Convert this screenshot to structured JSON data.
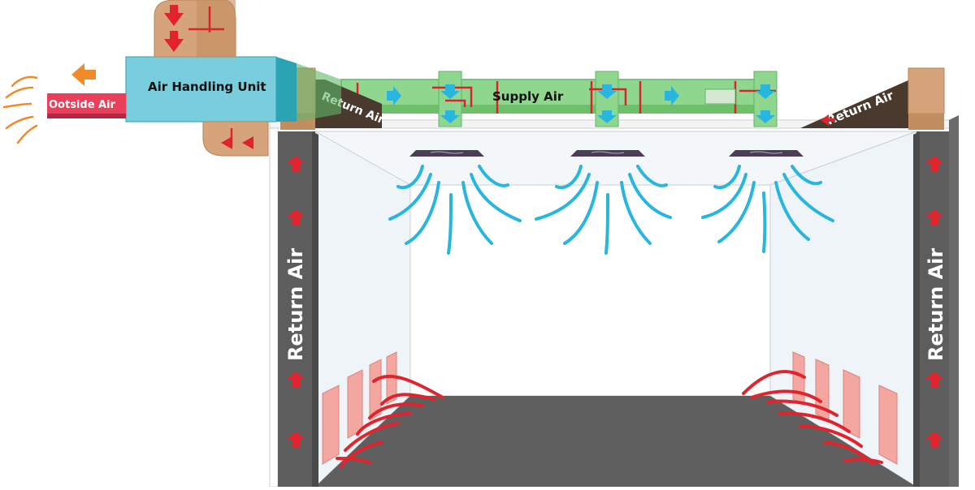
{
  "labels": {
    "outside_air": "Ootside Air",
    "air_handling_unit": "Air Handling Unit",
    "supply_air": "Supply Air",
    "return_air_duct_left": "Return Air",
    "return_air_duct_right": "Return Air",
    "return_air_wall_left": "Return Air",
    "return_air_wall_right": "Return Air"
  },
  "colors": {
    "ahu_body": "#79cedd",
    "ahu_side": "#2aa3b3",
    "outside_air_duct": "#e8405a",
    "outside_air_arrow": "#f08a2a",
    "supply_duct": "#8fd68e",
    "supply_duct_dark": "#5fb769",
    "return_duct": "#4a3a2e",
    "duct_cardboard": "#d6a47a",
    "wall_panel": "#5d5d5d",
    "floor": "#5f5f5f",
    "supply_flow": "#29b6de",
    "return_flow": "#e0242e",
    "return_grille": "#f4a7a0",
    "ceiling_diffuser": "#4a3d55"
  },
  "icons": {
    "flow_arrow_up": "arrow-up-icon",
    "flow_arrow_down": "arrow-down-icon",
    "flow_arrow_right": "arrow-right-icon",
    "flow_arrow_left": "arrow-left-icon"
  }
}
